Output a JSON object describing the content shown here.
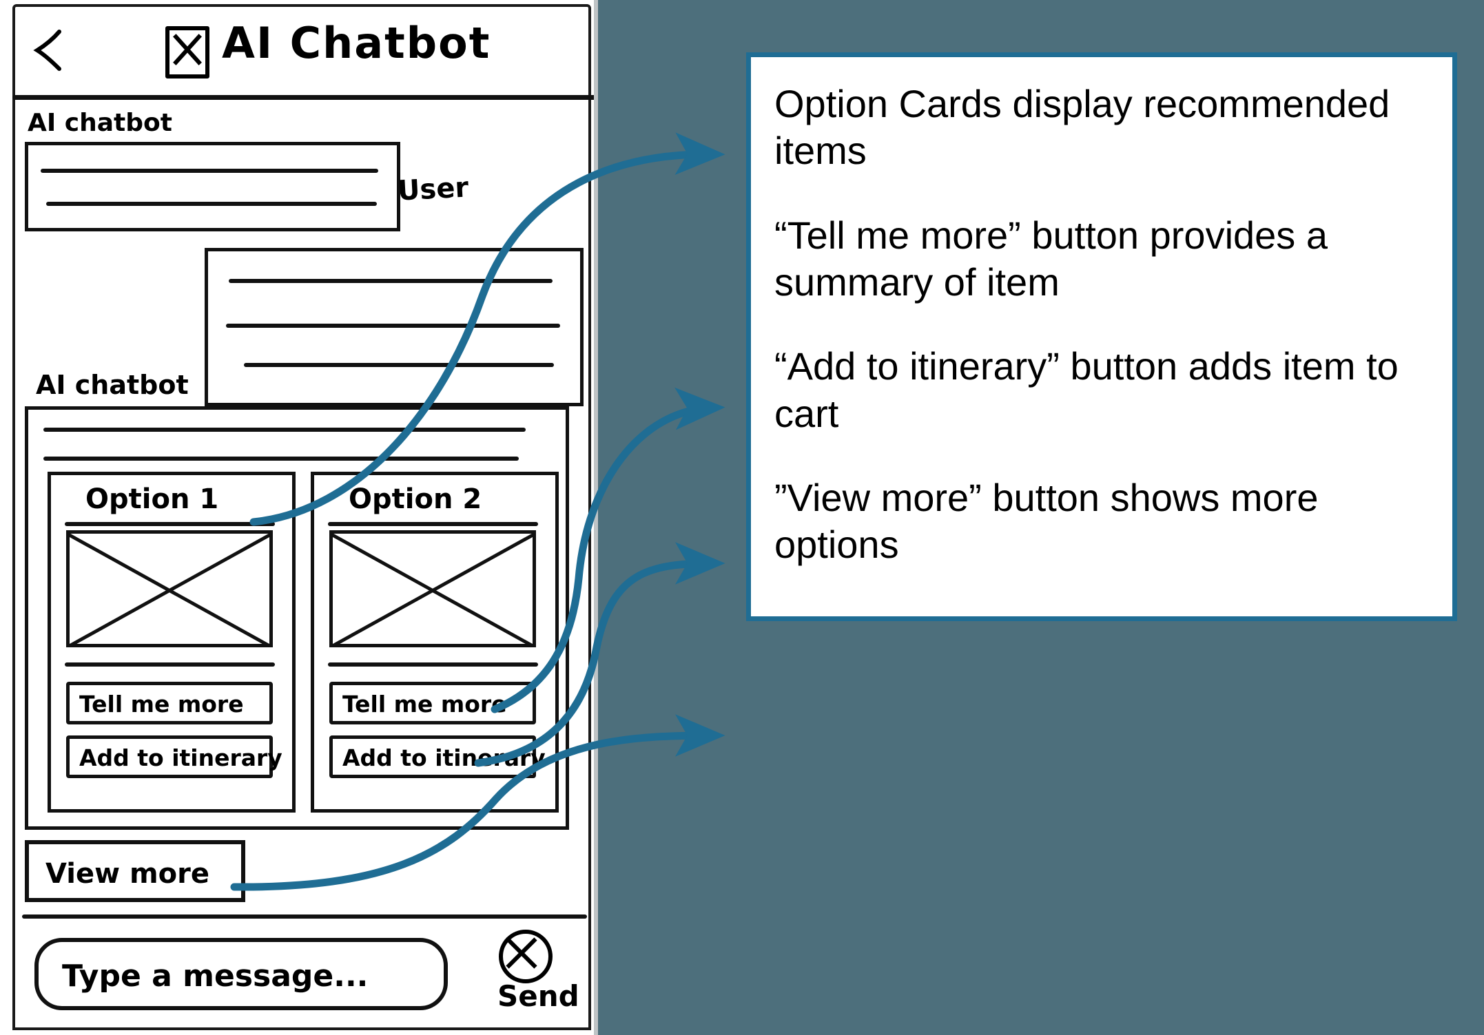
{
  "accent_color": "#1f6d94",
  "background_color": "#4d6f7c",
  "wireframe": {
    "app_bar": {
      "back_icon": "chevron-left-icon",
      "avatar_icon": "crossed-box-avatar-icon",
      "title": "AI Chatbot"
    },
    "messages": [
      {
        "role_label": "AI chatbot",
        "type": "bot-bubble",
        "lines": 2
      },
      {
        "role_label": "User",
        "type": "user-bubble",
        "lines": 3
      },
      {
        "role_label": "AI chatbot",
        "type": "bot-cards-bubble",
        "lines": 2
      }
    ],
    "option_cards": [
      {
        "title": "Option 1",
        "image_placeholder": "crossed-box-image-placeholder",
        "buttons": [
          {
            "label": "Tell me more"
          },
          {
            "label": "Add to itinerary"
          }
        ]
      },
      {
        "title": "Option 2",
        "image_placeholder": "crossed-box-image-placeholder",
        "buttons": [
          {
            "label": "Tell me more"
          },
          {
            "label": "Add to itinerary"
          }
        ]
      }
    ],
    "view_more_button": "View more",
    "composer": {
      "placeholder": "Type a message...",
      "send_icon": "crossed-circle-send-icon",
      "send_label": "Send"
    }
  },
  "annotations": {
    "paragraphs": [
      "Option Cards display recommended items",
      "“Tell me more” button provides a summary of item",
      "“Add to itinerary” button adds item to cart",
      "”View more” button shows more options"
    ]
  }
}
